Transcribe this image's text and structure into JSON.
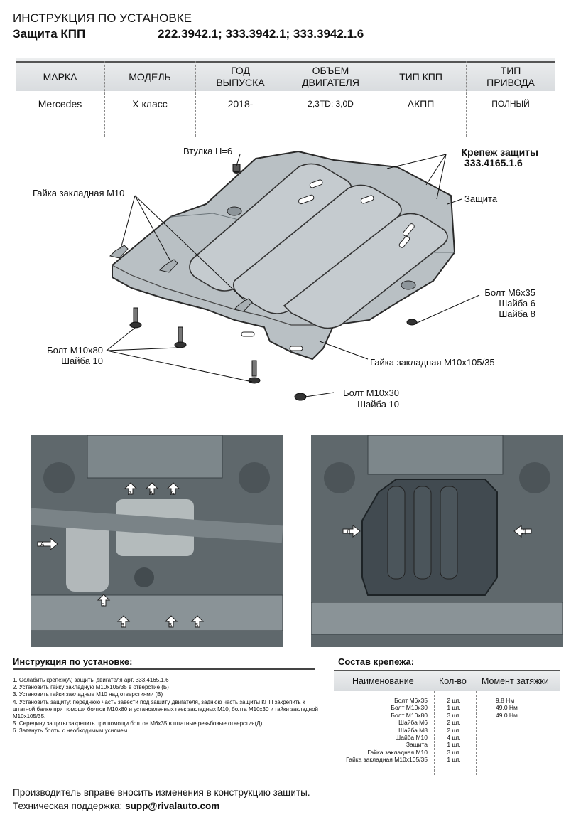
{
  "header": {
    "title": "ИНСТРУКЦИЯ ПО УСТАНОВКЕ",
    "subtitle": "Защита КПП",
    "codes": "222.3942.1; 333.3942.1; 333.3942.1.6"
  },
  "spec": {
    "columns": [
      {
        "head": "МАРКА",
        "value": "Mercedes"
      },
      {
        "head": "МОДЕЛЬ",
        "value": "X класс"
      },
      {
        "head": "ГОД\nВЫПУСКА",
        "value": "2018-"
      },
      {
        "head": "ОБЪЕМ\nДВИГАТЕЛЯ",
        "value": "2,3TD; 3,0D"
      },
      {
        "head": "ТИП КПП",
        "value": "АКПП"
      },
      {
        "head": "ТИП\nПРИВОДА",
        "value": "ПОЛНЫЙ"
      }
    ]
  },
  "diagram": {
    "bushing": "Втулка Н=6",
    "fastener_kit": "Крепеж защиты",
    "fastener_kit_code": "333.4165.1.6",
    "shield": "Защита",
    "nut_m10": "Гайка закладная М10",
    "bolt_m6": "Болт М6x35",
    "washer_6": "Шайба 6",
    "washer_8": "Шайба 8",
    "bolt_m10x80": "Болт М10x80",
    "washer_10a": "Шайба 10",
    "nut_m10x105": "Гайка закладная М10x105/35",
    "bolt_m10x30": "Болт М10x30",
    "washer_10b": "Шайба 10"
  },
  "photos": {
    "left_markers": [
      "А",
      "А",
      "А",
      "А",
      "Б",
      "В",
      "В",
      "В"
    ],
    "right_markers": [
      "Д",
      "Д"
    ]
  },
  "instructions": {
    "title": "Инструкция по установке:",
    "steps": [
      "1. Ослабить крепеж(А) защиты двигателя арт. 333.4165.1.6",
      "2. Установить гайку закладную М10x105/35 в отверстие (Б)",
      "3. Установить гайки закладные М10 над отверстиями (В)",
      "4. Установить защиту: переднюю часть завести под защиту двигателя, заднюю часть защиты КПП закрепить к штатной балке при помощи болтов М10x80 и установленных гаек закладных М10, болта М10x30 и гайки закладной М10x105/35.",
      "5. Середину защиты закрепить при помощи болтов М6x35 в штатные резьбовые отверстия(Д).",
      "6. Затянуть болты с необходимым усилием."
    ]
  },
  "fasteners": {
    "title": "Состав крепежа:",
    "headers": {
      "name": "Наименование",
      "qty": "Кол-во",
      "torque": "Момент затяжки"
    },
    "rows": [
      {
        "name": "Болт М6x35",
        "qty": "2 шт.",
        "torque": "9.8 Нм"
      },
      {
        "name": "Болт М10x30",
        "qty": "1 шт.",
        "torque": "49.0 Нм"
      },
      {
        "name": "Болт М10x80",
        "qty": "3 шт.",
        "torque": "49.0 Нм"
      },
      {
        "name": "Шайба М6",
        "qty": "2 шт.",
        "torque": ""
      },
      {
        "name": "Шайба М8",
        "qty": "2 шт.",
        "torque": ""
      },
      {
        "name": "Шайба М10",
        "qty": "4 шт.",
        "torque": ""
      },
      {
        "name": "Защита",
        "qty": "1 шт.",
        "torque": ""
      },
      {
        "name": "Гайка закладная М10",
        "qty": "3 шт.",
        "torque": ""
      },
      {
        "name": "Гайка закладная М10x105/35",
        "qty": "1 шт.",
        "torque": ""
      }
    ]
  },
  "footer": {
    "note": "Производитель вправе вносить изменения в конструкцию защиты.",
    "support_label": "Техническая поддержка:",
    "support_email": "supp@rivalauto.com"
  }
}
